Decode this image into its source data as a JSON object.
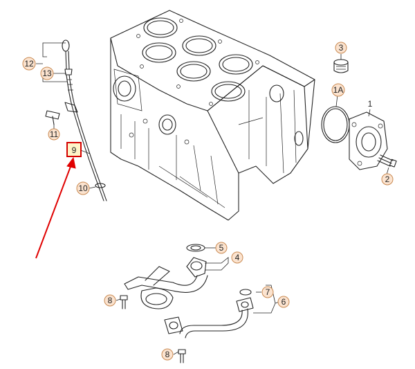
{
  "callouts": {
    "c1": "1",
    "c1A": "1A",
    "c2": "2",
    "c3": "3",
    "c4": "4",
    "c5": "5",
    "c6": "6",
    "c7": "7",
    "c8a": "8",
    "c8b": "8",
    "c9": "9",
    "c10": "10",
    "c11": "11",
    "c12": "12",
    "c13": "13"
  },
  "highlight": {
    "label": "9",
    "color": "#e00000"
  },
  "colors": {
    "callout_fill": "#fbe3cf",
    "callout_stroke": "#c98a52",
    "line": "#222222"
  }
}
